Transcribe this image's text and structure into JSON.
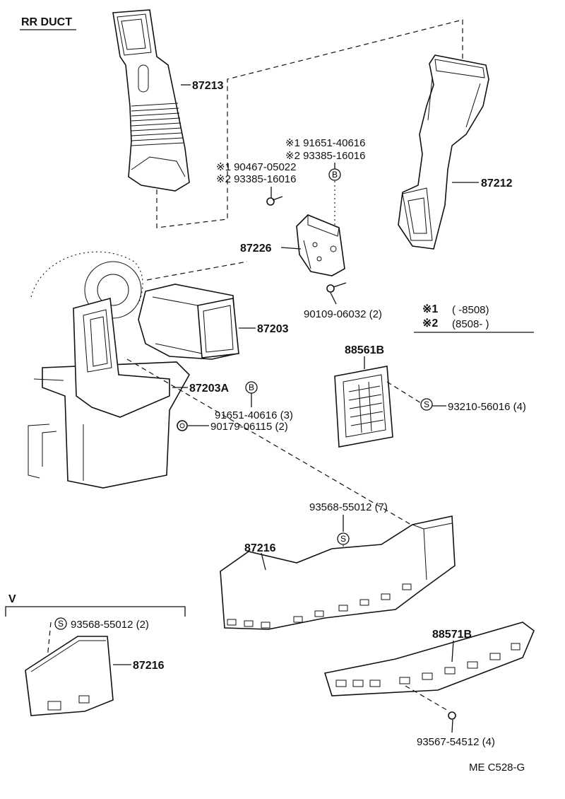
{
  "title": "RR DUCT",
  "footer_code": "ME C528-G",
  "inset_label": "V",
  "notes": {
    "n1_mark": "※1",
    "n1_range": "(      -8508)",
    "n2_mark": "※2",
    "n2_range": "(8508-      )"
  },
  "parts": {
    "p87213": "87213",
    "p87212": "87212",
    "p87226": "87226",
    "p87203": "87203",
    "p87203A": "87203A",
    "p88561B": "88561B",
    "p87216": "87216",
    "p87216_inset": "87216",
    "p88571B": "88571B"
  },
  "fasteners": {
    "f1_a": "※1 91651-40616",
    "f1_b": "※2 93385-16016",
    "f2_a": "※1   90467-05022",
    "f2_b": "※2   93385-16016",
    "f3": "90109-06032 (2)",
    "f4": "91651-40616 (3)",
    "f5": "90179-06115 (2)",
    "f6": "93210-56016 (4)",
    "f7": "93568-55012 (7)",
    "f8": "93568-55012 (2)",
    "f9": "93567-54512 (4)"
  },
  "markers": {
    "b": "B",
    "s": "S"
  }
}
